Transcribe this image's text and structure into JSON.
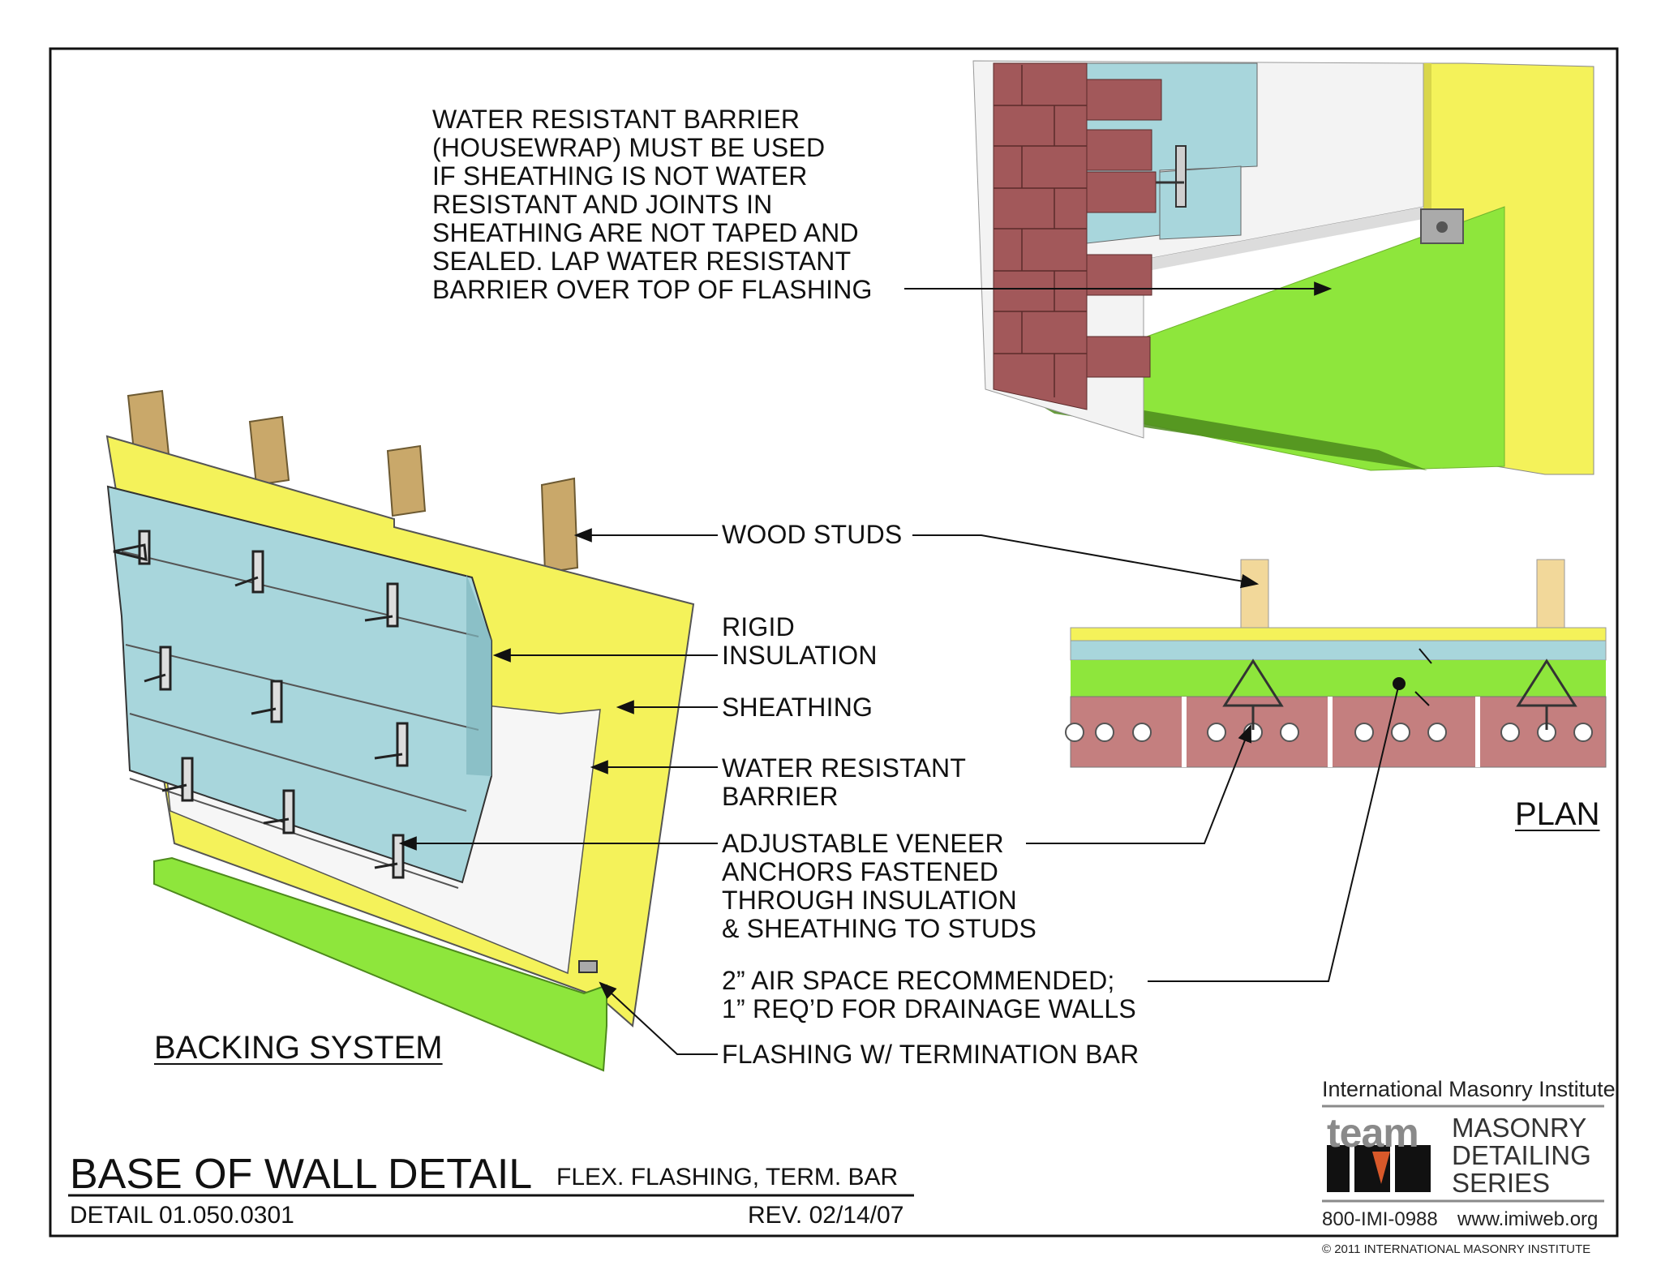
{
  "notes": {
    "wrb_note": [
      "WATER RESISTANT BARRIER",
      "(HOUSEWRAP) MUST BE USED",
      "IF SHEATHING IS NOT WATER",
      "RESISTANT AND JOINTS IN",
      "SHEATHING ARE NOT TAPED AND",
      "SEALED.  LAP WATER RESISTANT",
      "BARRIER OVER TOP OF FLASHING"
    ],
    "wood_studs": "WOOD STUDS",
    "rigid_insulation": [
      "RIGID",
      "INSULATION"
    ],
    "sheathing": "SHEATHING",
    "water_resistant_barrier": [
      "WATER RESISTANT",
      "BARRIER"
    ],
    "veneer_anchors": [
      "ADJUSTABLE VENEER",
      "ANCHORS FASTENED",
      "THROUGH INSULATION",
      "& SHEATHING TO STUDS"
    ],
    "air_space": [
      "2” AIR SPACE RECOMMENDED;",
      "1” REQ’D FOR DRAINAGE WALLS"
    ],
    "flashing": "FLASHING W/ TERMINATION BAR"
  },
  "views": {
    "backing_system": "BACKING SYSTEM",
    "plan": "PLAN"
  },
  "title_block": {
    "title": "BASE OF WALL DETAIL",
    "subtitle": "FLEX. FLASHING, TERM. BAR",
    "detail_number": "DETAIL 01.050.0301",
    "revision": "REV. 02/14/07"
  },
  "logo": {
    "organization": "International Masonry Institute",
    "team": "team",
    "series_name": [
      "MASONRY",
      "DETAILING",
      "SERIES"
    ],
    "phone": "800-IMI-0988",
    "website": "www.imiweb.org",
    "copyright": "© 2011 INTERNATIONAL MASONRY INSTITUTE"
  },
  "colors": {
    "sheathing_yellow": "#f4f25a",
    "insulation_blue": "#a8d6dc",
    "flashing_green": "#8ee63c",
    "stud_wood": "#c9a86a",
    "brick": "#a2585a",
    "wrb_white": "#f2f2f2",
    "logo_gray": "#8a8a8a",
    "logo_orange": "#d8592a"
  }
}
